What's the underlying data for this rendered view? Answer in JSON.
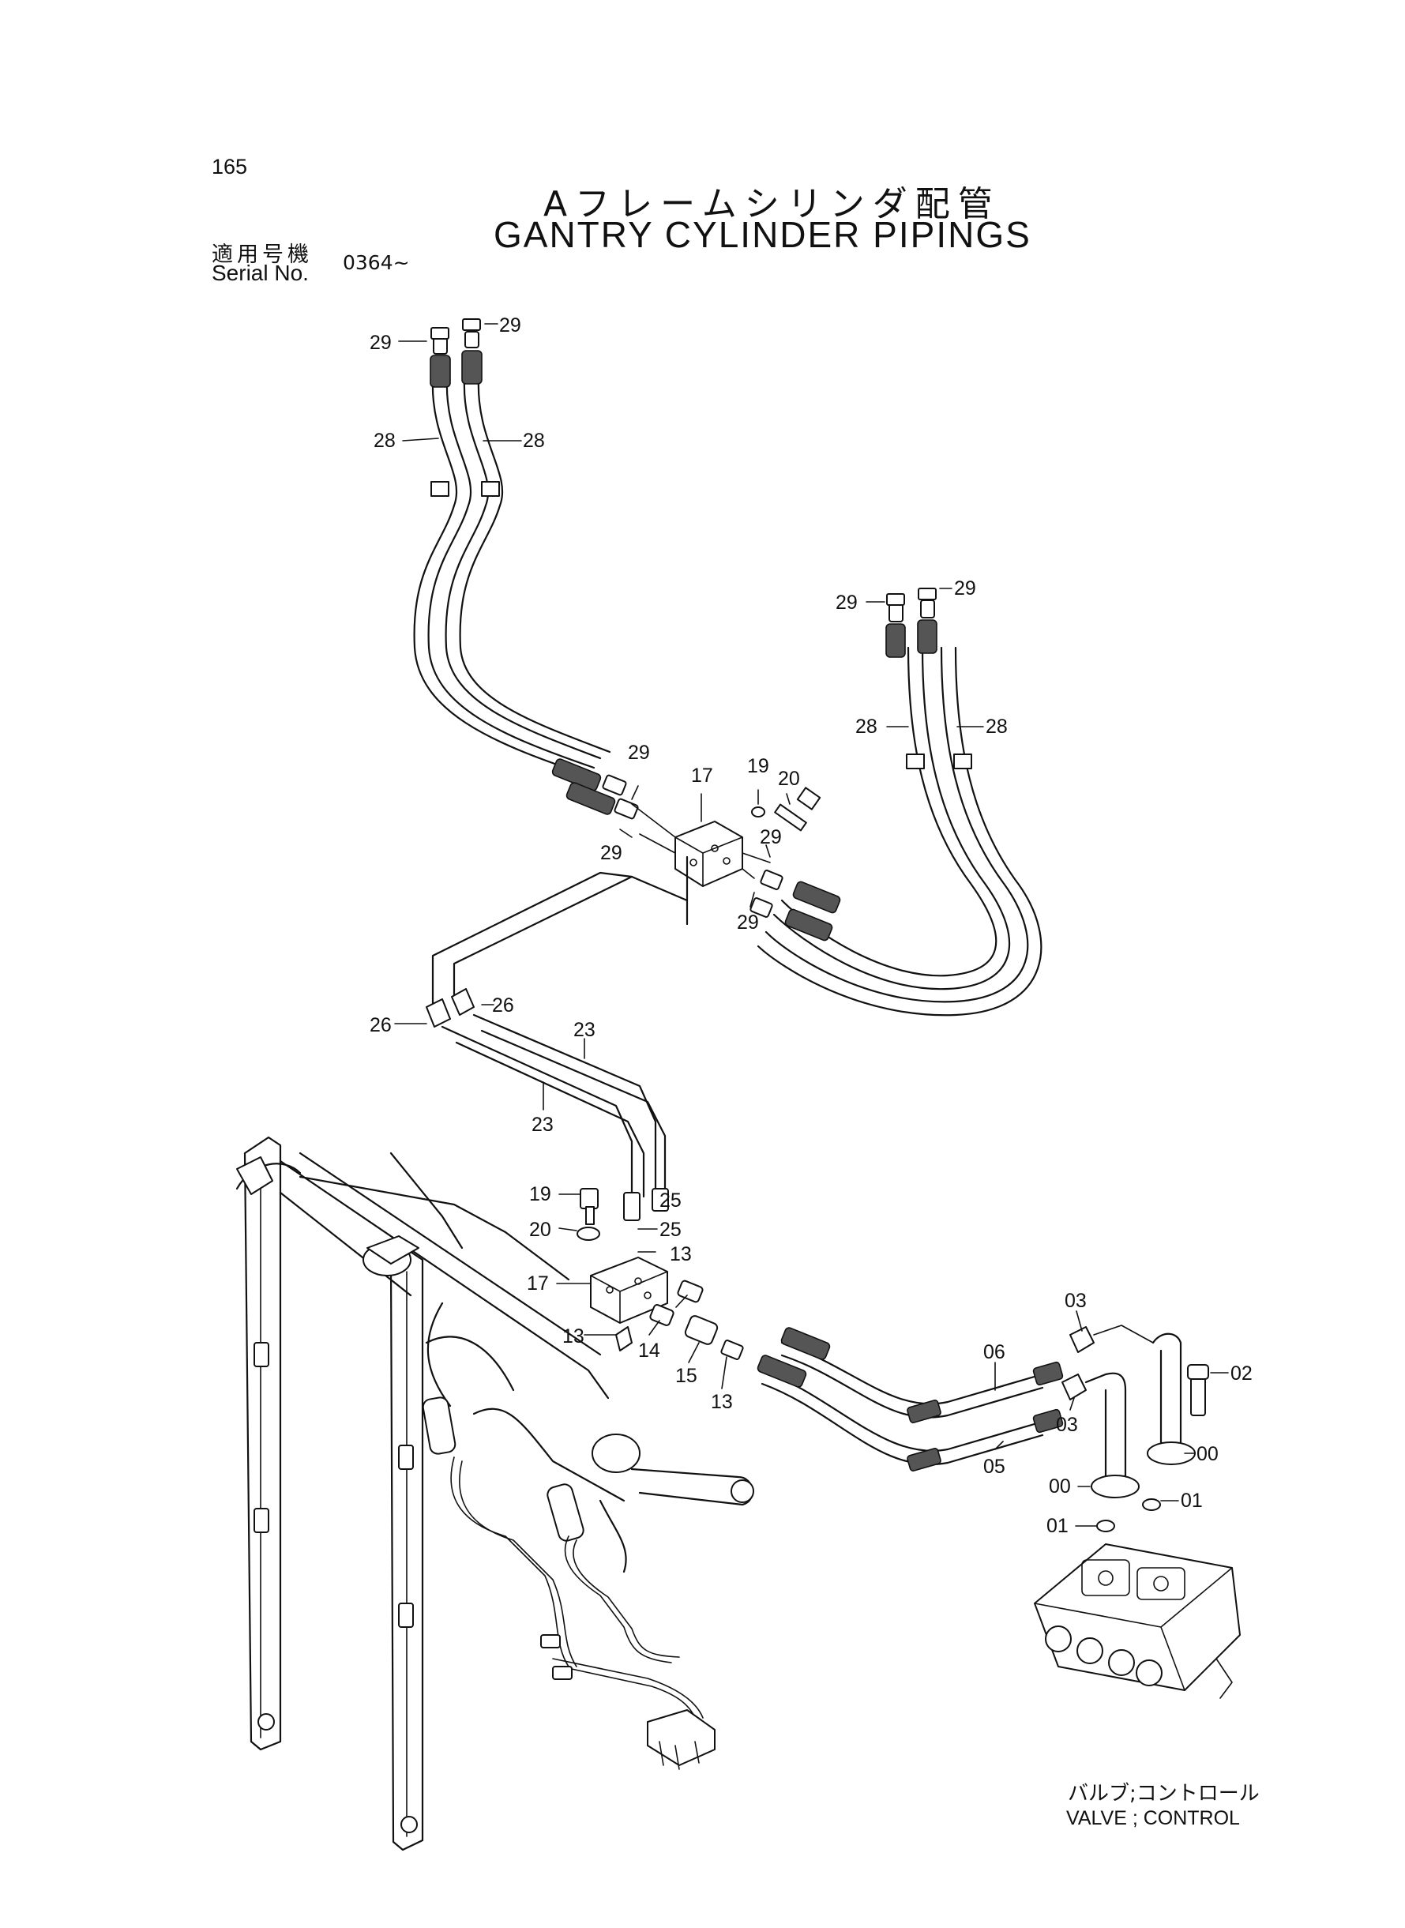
{
  "header": {
    "page_number": "165",
    "title_ja": "Aフレームシリンダ配管",
    "title_en": "GANTRY CYLINDER PIPINGS",
    "serial_label_ja": "適用号機",
    "serial_label_en": "Serial No.",
    "serial_value": "0364~"
  },
  "valve_caption": {
    "ja": "バルブ;コントロール",
    "en": "VALVE ; CONTROL"
  },
  "callouts": {
    "c00": "00",
    "c01": "01",
    "c02": "02",
    "c03": "03",
    "c05": "05",
    "c06": "06",
    "c13": "13",
    "c14": "14",
    "c15": "15",
    "c17": "17",
    "c19": "19",
    "c20": "20",
    "c23": "23",
    "c25": "25",
    "c26": "26",
    "c28": "28",
    "c29": "29"
  }
}
